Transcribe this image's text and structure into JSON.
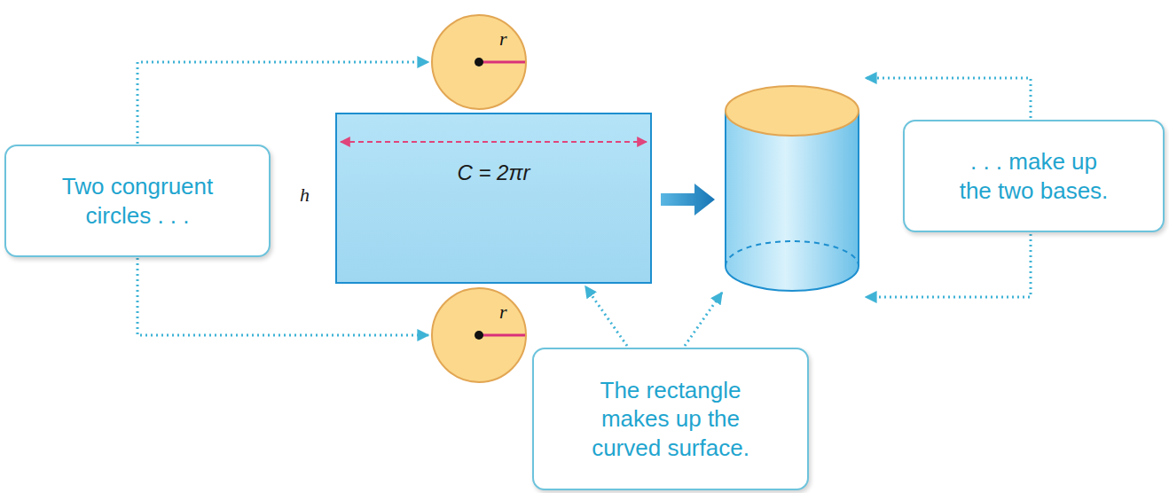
{
  "diagram": {
    "nodes": [
      {
        "text": [
          "Two congruent circles . . ."
        ]
      },
      {
        "text": [
          "r"
        ]
      },
      {
        "text": [
          "h",
          "C = 2πr"
        ]
      },
      {
        "text": [
          "r"
        ]
      },
      {
        "text": [
          ". . . make up the two bases."
        ]
      },
      {
        "text": [
          "The rectangle makes up the curved surface."
        ]
      }
    ],
    "edges": [
      {
        "from": 0,
        "to": 1,
        "arrow": "to"
      },
      {
        "from": 0,
        "to": 3,
        "arrow": "to"
      },
      {
        "from": 5,
        "to": 2,
        "arrow": "to"
      }
    ]
  }
}
